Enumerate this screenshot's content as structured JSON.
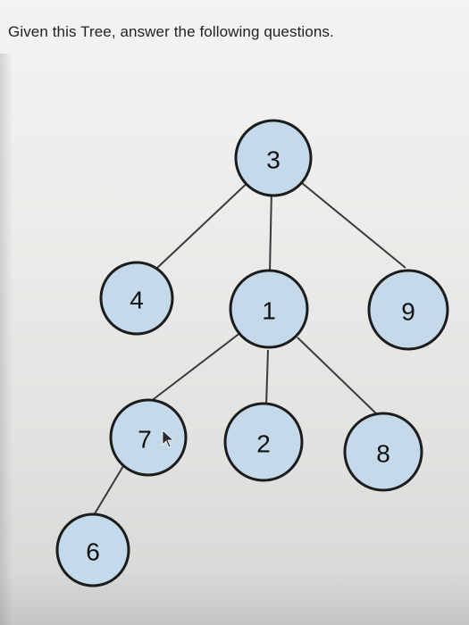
{
  "question": {
    "text": "Given this Tree, answer the following questions."
  },
  "tree": {
    "nodes": [
      {
        "id": "n3",
        "label": "3"
      },
      {
        "id": "n4",
        "label": "4"
      },
      {
        "id": "n1",
        "label": "1"
      },
      {
        "id": "n9",
        "label": "9"
      },
      {
        "id": "n7",
        "label": "7"
      },
      {
        "id": "n2",
        "label": "2"
      },
      {
        "id": "n8",
        "label": "8"
      },
      {
        "id": "n6",
        "label": "6"
      }
    ],
    "edges": [
      {
        "from": "3",
        "to": "4"
      },
      {
        "from": "3",
        "to": "1"
      },
      {
        "from": "3",
        "to": "9"
      },
      {
        "from": "1",
        "to": "7"
      },
      {
        "from": "1",
        "to": "2"
      },
      {
        "from": "1",
        "to": "8"
      },
      {
        "from": "7",
        "to": "6"
      }
    ],
    "colors": {
      "node_fill": "#c4d9ea",
      "node_stroke": "#1c1c1c",
      "edge": "#3a3a3a"
    }
  }
}
